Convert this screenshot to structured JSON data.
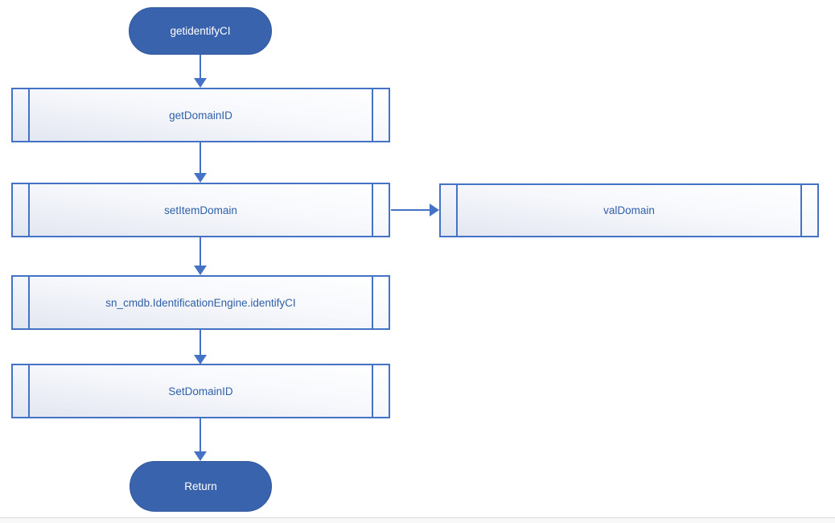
{
  "colors": {
    "accent": "#4472C4",
    "terminal_fill": "#3A63AE",
    "terminal_border": "#33599E",
    "node_text": "#3060A8",
    "terminal_text": "#FFFFFF"
  },
  "flowchart": {
    "nodes": {
      "start": "getidentifyCI",
      "step1": "getDomainID",
      "step2": "setItemDomain",
      "side1": "valDomain",
      "step3": "sn_cmdb.IdentificationEngine.identifyCI",
      "step4": "SetDomainID",
      "end": "Return"
    },
    "node_types": {
      "start": "terminator",
      "step1": "predefined-process",
      "step2": "predefined-process",
      "side1": "predefined-process",
      "step3": "predefined-process",
      "step4": "predefined-process",
      "end": "terminator"
    },
    "edges": [
      {
        "from": "getidentifyCI",
        "to": "getDomainID"
      },
      {
        "from": "getDomainID",
        "to": "setItemDomain"
      },
      {
        "from": "setItemDomain",
        "to": "valDomain"
      },
      {
        "from": "setItemDomain",
        "to": "sn_cmdb.IdentificationEngine.identifyCI"
      },
      {
        "from": "sn_cmdb.IdentificationEngine.identifyCI",
        "to": "SetDomainID"
      },
      {
        "from": "SetDomainID",
        "to": "Return"
      }
    ]
  }
}
